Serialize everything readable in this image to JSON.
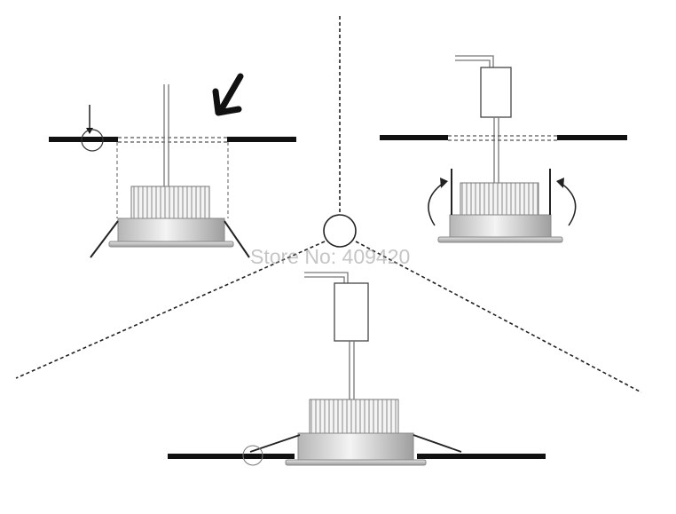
{
  "watermark": {
    "text": "Store No: 409420"
  },
  "colors": {
    "ceiling": "#111111",
    "outline": "#444444",
    "dash": "#222222",
    "fixture_light": "#f2f2f2",
    "fixture_dark": "#a9a9a9",
    "driver_fill": "#ffffff"
  },
  "steps": [
    {
      "id": "step-1",
      "description": "insert-fixture-into-ceiling-cutout"
    },
    {
      "id": "step-2",
      "description": "fold-spring-clips-up"
    },
    {
      "id": "step-3",
      "description": "fixture-installed-flush"
    }
  ]
}
